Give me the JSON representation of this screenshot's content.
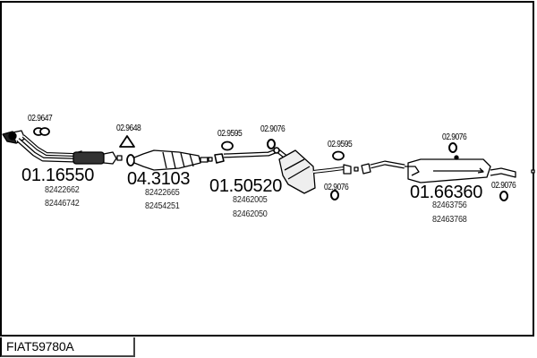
{
  "diagram": {
    "code_label": "FIAT59780A",
    "components": [
      {
        "name": "front-pipe",
        "part_number": "01.16550",
        "oem_numbers": [
          "82422662",
          "82446742"
        ],
        "accessories": [
          {
            "ref": "02.9647",
            "type": "gasket-double-ring"
          }
        ]
      },
      {
        "name": "catalytic-converter",
        "part_number": "04.3103",
        "oem_numbers": [
          "82422665",
          "82454251"
        ],
        "accessories": [
          {
            "ref": "02.9648",
            "type": "gasket-triangle"
          }
        ]
      },
      {
        "name": "centre-silencer",
        "part_number": "01.50520",
        "oem_numbers": [
          "82462005",
          "82462050"
        ],
        "accessories": [
          {
            "ref": "02.9595",
            "type": "gasket-ring"
          },
          {
            "ref": "02.9076",
            "type": "rubber-mount"
          }
        ]
      },
      {
        "name": "intermediate-pipe",
        "part_number": "",
        "oem_numbers": [],
        "accessories": [
          {
            "ref": "02.9595",
            "type": "gasket-ring"
          },
          {
            "ref": "02.9076",
            "type": "rubber-mount"
          }
        ]
      },
      {
        "name": "rear-silencer",
        "part_number": "01.66360",
        "oem_numbers": [
          "82463756",
          "82463768"
        ],
        "accessories": [
          {
            "ref": "02.9076",
            "type": "rubber-mount"
          },
          {
            "ref": "02.9076",
            "type": "rubber-mount"
          }
        ]
      }
    ]
  }
}
